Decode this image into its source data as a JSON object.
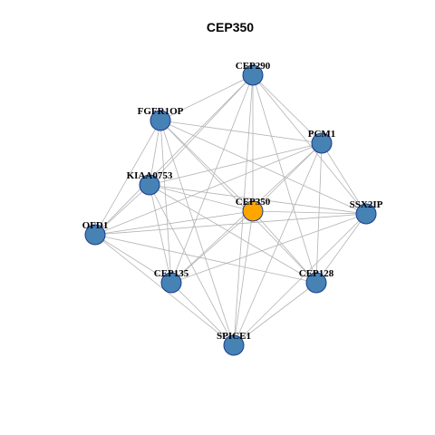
{
  "title": "CEP350",
  "colors": {
    "hub": "#FFA500",
    "node": "#4682B4",
    "node_border": "#1A3A8F",
    "edge": "#B3B3B3"
  },
  "nodes": [
    {
      "id": "CEP350",
      "label": "CEP350",
      "hub": true
    },
    {
      "id": "CEP290",
      "label": "CEP290"
    },
    {
      "id": "FGFR1OP",
      "label": "FGFR1OP"
    },
    {
      "id": "PCM1",
      "label": "PCM1"
    },
    {
      "id": "KIAA0753",
      "label": "KIAA0753"
    },
    {
      "id": "SSX2IP",
      "label": "SSX2IP"
    },
    {
      "id": "OFD1",
      "label": "OFD1"
    },
    {
      "id": "CEP135",
      "label": "CEP135"
    },
    {
      "id": "CEP128",
      "label": "CEP128"
    },
    {
      "id": "SPICE1",
      "label": "SPICE1"
    }
  ],
  "edges": [
    [
      "CEP290",
      "FGFR1OP"
    ],
    [
      "CEP290",
      "PCM1"
    ],
    [
      "CEP290",
      "KIAA0753"
    ],
    [
      "CEP290",
      "CEP350"
    ],
    [
      "CEP290",
      "SSX2IP"
    ],
    [
      "CEP290",
      "OFD1"
    ],
    [
      "CEP290",
      "CEP135"
    ],
    [
      "CEP290",
      "CEP128"
    ],
    [
      "CEP290",
      "SPICE1"
    ],
    [
      "FGFR1OP",
      "PCM1"
    ],
    [
      "FGFR1OP",
      "KIAA0753"
    ],
    [
      "FGFR1OP",
      "CEP350"
    ],
    [
      "FGFR1OP",
      "SSX2IP"
    ],
    [
      "FGFR1OP",
      "OFD1"
    ],
    [
      "FGFR1OP",
      "CEP135"
    ],
    [
      "FGFR1OP",
      "CEP128"
    ],
    [
      "FGFR1OP",
      "SPICE1"
    ],
    [
      "PCM1",
      "KIAA0753"
    ],
    [
      "PCM1",
      "CEP350"
    ],
    [
      "PCM1",
      "SSX2IP"
    ],
    [
      "PCM1",
      "OFD1"
    ],
    [
      "PCM1",
      "CEP135"
    ],
    [
      "PCM1",
      "CEP128"
    ],
    [
      "PCM1",
      "SPICE1"
    ],
    [
      "KIAA0753",
      "CEP350"
    ],
    [
      "KIAA0753",
      "SSX2IP"
    ],
    [
      "KIAA0753",
      "OFD1"
    ],
    [
      "KIAA0753",
      "CEP135"
    ],
    [
      "KIAA0753",
      "CEP128"
    ],
    [
      "KIAA0753",
      "SPICE1"
    ],
    [
      "CEP350",
      "SSX2IP"
    ],
    [
      "CEP350",
      "OFD1"
    ],
    [
      "CEP350",
      "CEP135"
    ],
    [
      "CEP350",
      "CEP128"
    ],
    [
      "CEP350",
      "SPICE1"
    ],
    [
      "SSX2IP",
      "OFD1"
    ],
    [
      "SSX2IP",
      "CEP135"
    ],
    [
      "SSX2IP",
      "CEP128"
    ],
    [
      "SSX2IP",
      "SPICE1"
    ],
    [
      "OFD1",
      "CEP135"
    ],
    [
      "OFD1",
      "CEP128"
    ],
    [
      "OFD1",
      "SPICE1"
    ],
    [
      "CEP135",
      "SPICE1"
    ],
    [
      "CEP128",
      "SPICE1"
    ]
  ]
}
